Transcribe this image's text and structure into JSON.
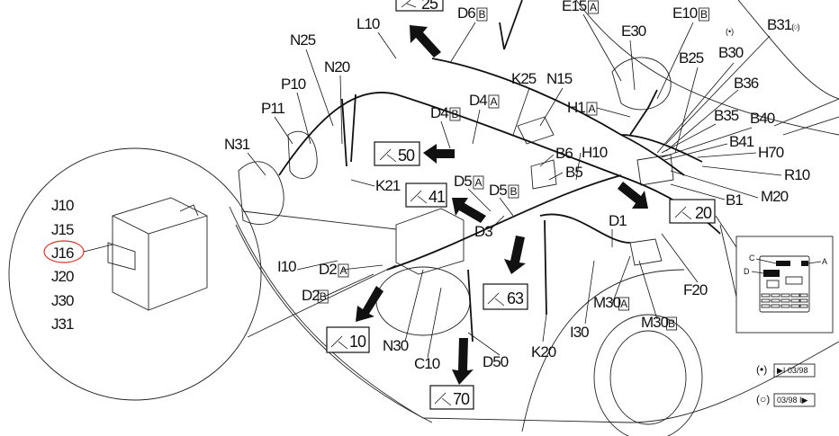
{
  "diagram": {
    "labels": {
      "L10": "L10",
      "N25": "N25",
      "N20": "N20",
      "P10": "P10",
      "P11": "P11",
      "N31": "N31",
      "K21": "K21",
      "D6": "D6",
      "E15": "E15",
      "E30": "E30",
      "E10": "E10",
      "B31": "B31",
      "B30": "B30",
      "B25": "B25",
      "B36": "B36",
      "K25": "K25",
      "N15": "N15",
      "D4a": "D4",
      "D4b": "D4",
      "H1": "H1",
      "B35": "B35",
      "B40": "B40",
      "B41": "B41",
      "H70": "H70",
      "B6": "B6",
      "H10": "H10",
      "B5": "B5",
      "R10": "R10",
      "M20": "M20",
      "B1": "B1",
      "D5a": "D5",
      "D5b": "D5",
      "D3": "D3",
      "D1": "D1",
      "I10": "I10",
      "D2a": "D2",
      "D2b": "D2",
      "F20": "F20",
      "M30a": "M30",
      "M30b": "M30",
      "N30": "N30",
      "I30": "I30",
      "K20": "K20",
      "D50": "D50",
      "C10": "C10"
    },
    "suffix": {
      "A": "A",
      "B": "B"
    },
    "dot_marker": "(•)",
    "circle_marker": "(○)",
    "ref_boxes": [
      "25",
      "50",
      "41",
      "20",
      "63",
      "10",
      "70"
    ],
    "inset_fuse": {
      "items": [
        "J10",
        "J15",
        "J16",
        "J20",
        "J30",
        "J31"
      ],
      "highlighted": "J16",
      "highlight_color": "#d9342b"
    },
    "inset_panel": {
      "labels": [
        "C",
        "D",
        "A"
      ]
    },
    "legend": [
      {
        "marker": "(•)",
        "text": "▶I 03/98"
      },
      {
        "marker": "(○)",
        "text": "03/98 I▶"
      }
    ]
  }
}
